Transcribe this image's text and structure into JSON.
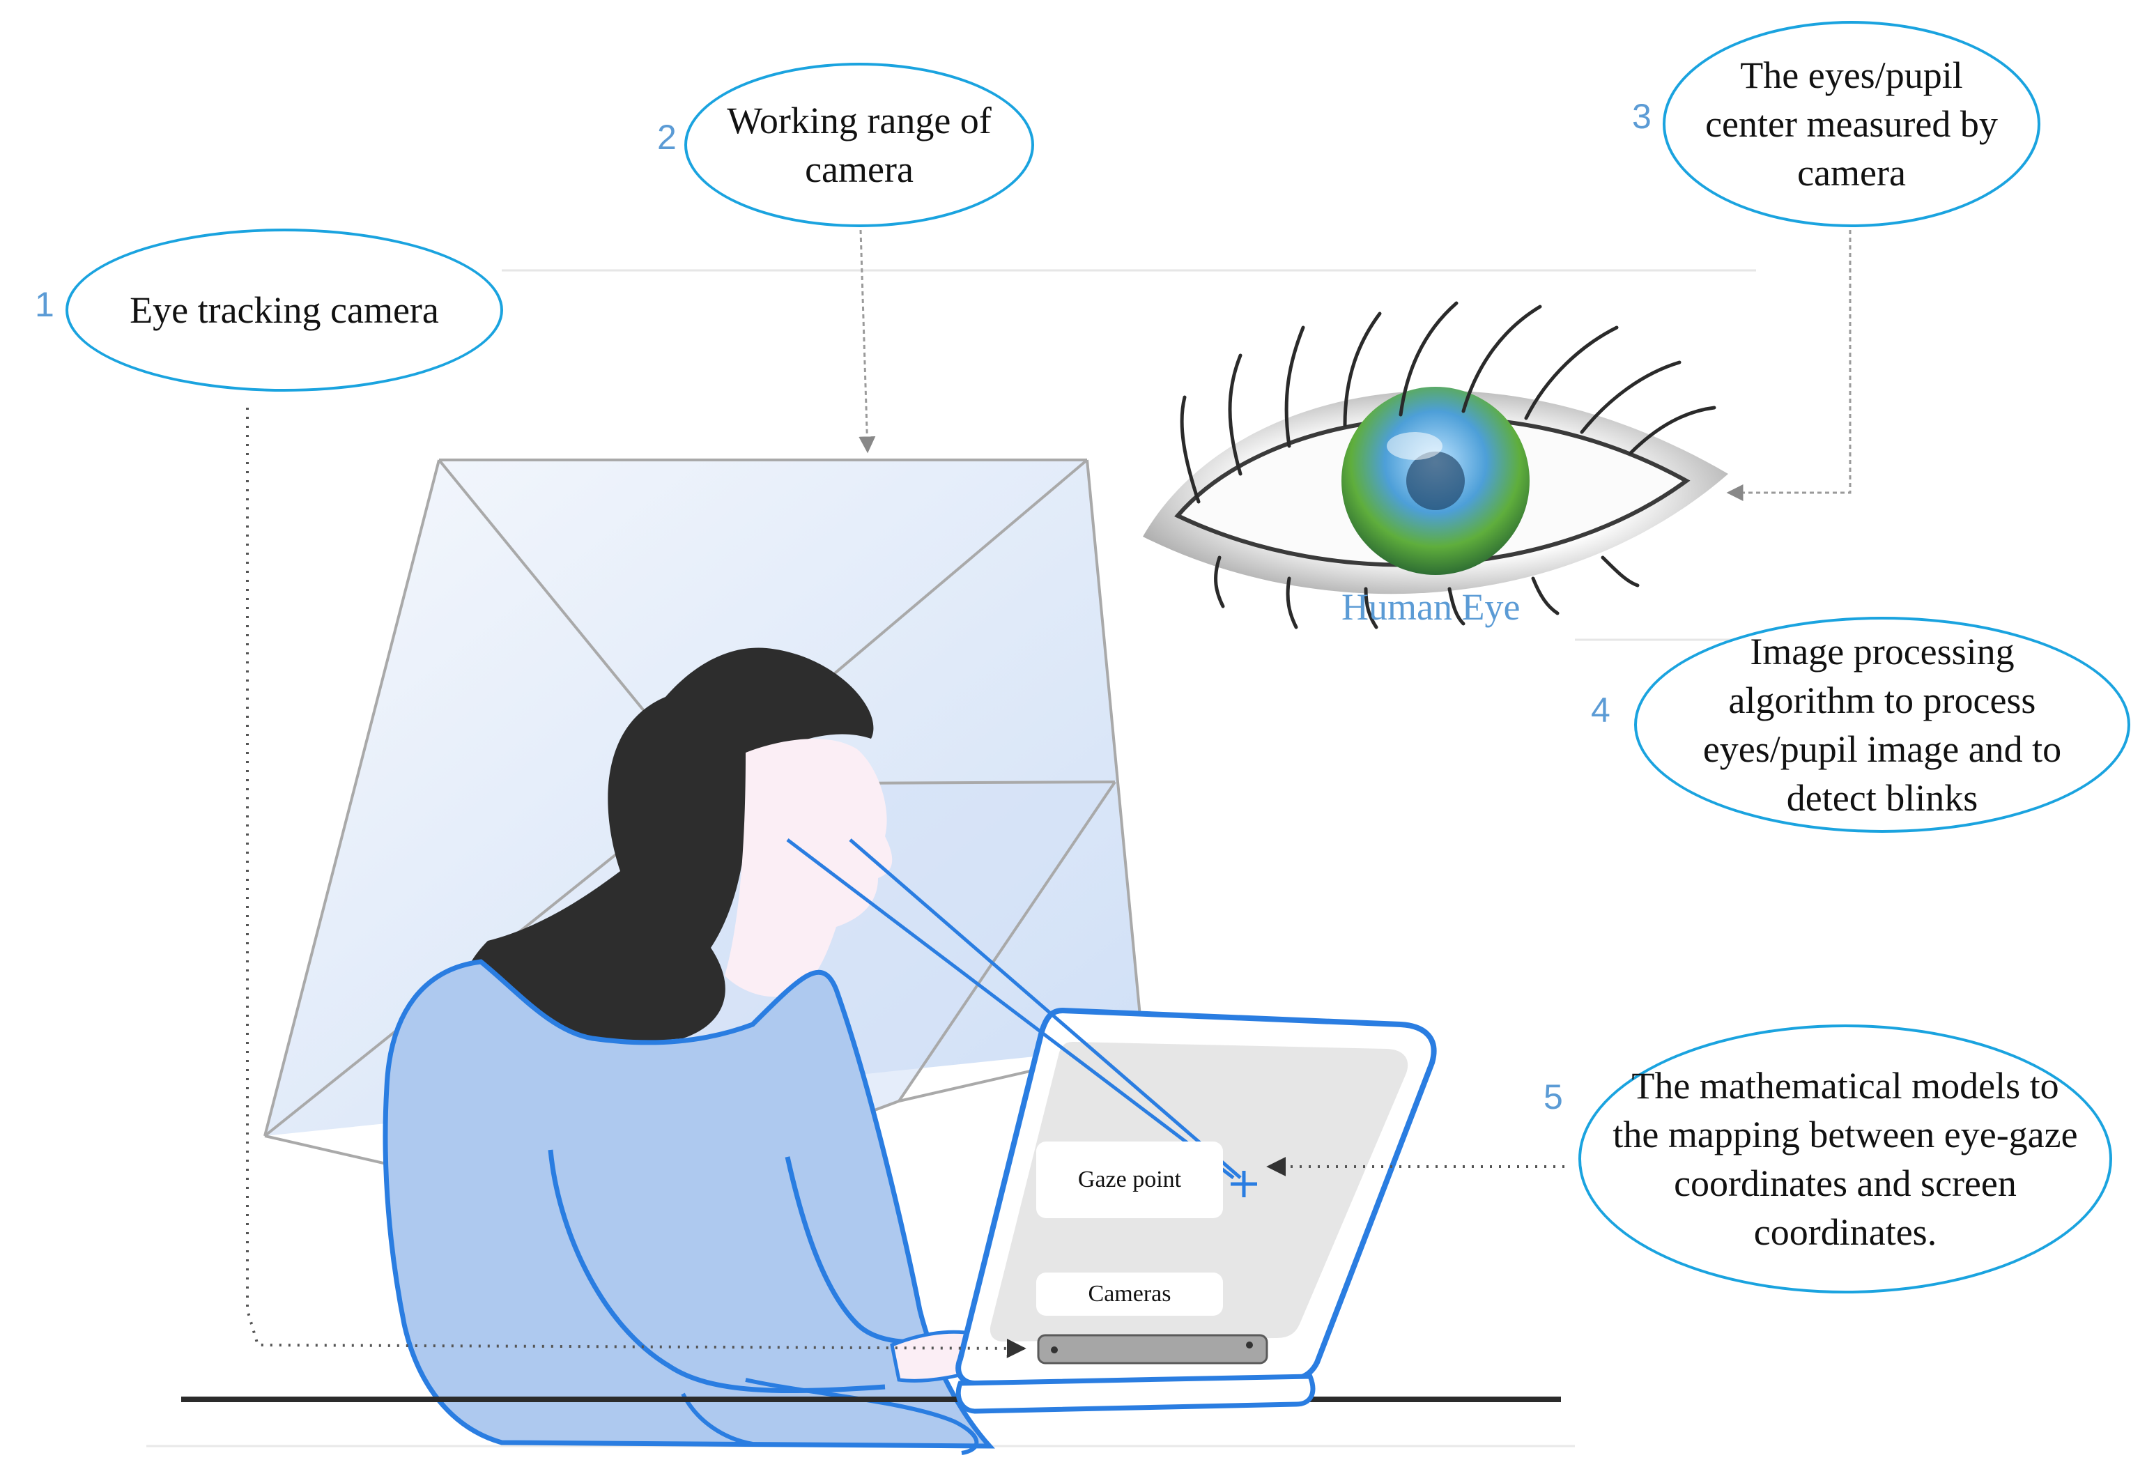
{
  "callouts": [
    {
      "number": "1",
      "text": "Eye tracking camera"
    },
    {
      "number": "2",
      "text": "Working range of\ncamera"
    },
    {
      "number": "3",
      "text": "The eyes/pupil\ncenter measured by\ncamera"
    },
    {
      "number": "4",
      "text": "Image processing\nalgorithm to process\neyes/pupil image and to\ndetect blinks"
    },
    {
      "number": "5",
      "text": "The mathematical models to\nthe mapping between eye-gaze\ncoordinates and screen\ncoordinates."
    }
  ],
  "labels": {
    "eye_caption": "Human Eye",
    "gaze_point": "Gaze point",
    "cameras": "Cameras"
  },
  "colors": {
    "callout_border": "#1aa3df",
    "number": "#5b9bd5",
    "laptop_outline": "#2a7de1",
    "sweater": "#aec9ef",
    "hair": "#2d2d2d",
    "frustum": "#dde8f8"
  }
}
